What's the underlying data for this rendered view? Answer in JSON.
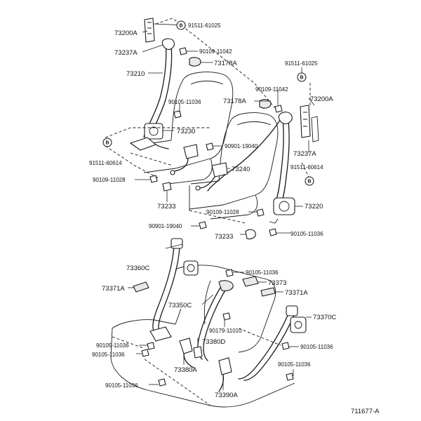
{
  "labels": {
    "p91511_61025_top": "91511-61025",
    "p73200A_left": "73200A",
    "p90109_11042_top": "90109-11042",
    "p73237A_left": "73237A",
    "p73178A_top": "73178A",
    "p73210": "73210",
    "p91511_61025_right": "91511-61025",
    "p90109_11042_mid": "90109-11042",
    "p73178A_mid": "73178A",
    "p73200A_right": "73200A",
    "p90105_11036_a": "90105-11036",
    "p73230": "73230",
    "p90901_19040_a": "90901-19040",
    "p91511_60614_left": "91511-60614",
    "p73237A_right": "73237A",
    "p73240": "73240",
    "p91511_60614_right": "91511-60614",
    "p90109_11028_left": "90109-11028",
    "p73233_left": "73233",
    "p73220": "73220",
    "p90109_11028_right": "90109-11028",
    "p90901_19040_b": "90901-19040",
    "p73233_right": "73233",
    "p90105_11036_b": "90105-11036",
    "p73360C": "73360C",
    "p90105_11036_c": "90105-11036",
    "p73373": "73373",
    "p73371A_left": "73371A",
    "p73371A_right": "73371A",
    "p73350C": "73350C",
    "p73370C": "73370C",
    "p90179_11010": "90179-11010",
    "p73380D": "73380D",
    "p90105_11036_d": "90105-11036",
    "p90105_11036_e": "90105-11036",
    "p90105_11036_f": "90105-11036",
    "p90105_11036_g": "90105-11036",
    "p73380A": "73380A",
    "p90105_11036_h": "90105-11036",
    "p73390A": "73390A"
  },
  "badge_letter": "B",
  "figure_id": "711677-A"
}
